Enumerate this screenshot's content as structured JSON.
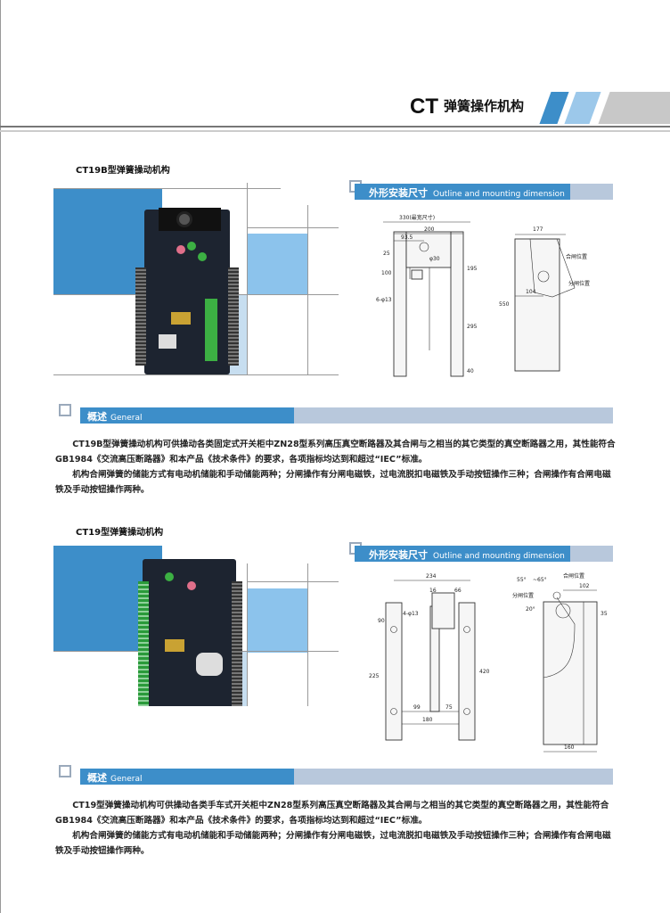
{
  "header": {
    "title_latin": "CT",
    "title_cn": "弹簧操作机构",
    "colors": {
      "blue": "#3d8ec9",
      "light_blue": "#9cc8ea",
      "gray": "#c8c8c8"
    }
  },
  "sections": [
    {
      "title": "CT19B型弹簧操动机构",
      "dimension_header": {
        "cn": "外形安装尺寸",
        "en": "Outline and mounting dimension"
      },
      "dimensions": {
        "overall": "330(最宽尺寸)",
        "d200": "200",
        "d93": "93.5",
        "d25": "25",
        "d100": "100",
        "d6": "6-φ13",
        "d30": "φ30",
        "d195": "195",
        "d295": "295",
        "d40": "40",
        "d177": "177",
        "d550": "550",
        "d104": "104",
        "open": "分闸位置",
        "close": "合闸位置"
      },
      "general_header": {
        "cn": "概述",
        "en": "General"
      },
      "paragraphs": [
        "CT19B型弹簧操动机构可供操动各类固定式开关柜中ZN28型系列高压真空断路器及其合闸与之相当的其它类型的真空断路器之用，其性能符合GB1984《交流高压断路器》和本产品《技术条件》的要求，各项指标均达到和超过“IEC”标准。",
        "机构合闸弹簧的储能方式有电动机储能和手动储能两种；分闸操作有分闸电磁铁，过电流脱扣电磁铁及手动按钮操作三种；合闸操作有合闸电磁铁及手动按钮操作两种。"
      ]
    },
    {
      "title": "CT19型弹簧操动机构",
      "dimension_header": {
        "cn": "外形安装尺寸",
        "en": "Outline and mounting dimension"
      },
      "dimensions": {
        "d234": "234",
        "d16": "16",
        "d66": "66",
        "d90": "90",
        "d4": "4-φ13",
        "d225": "225",
        "d420": "420",
        "d99": "99",
        "d75": "75",
        "d180": "180",
        "a55": "55°",
        "a65": "~65°",
        "d102": "102",
        "d20": "20°",
        "d35": "35",
        "d160": "160",
        "open": "分闸位置",
        "close": "合闸位置"
      },
      "general_header": {
        "cn": "概述",
        "en": "General"
      },
      "paragraphs": [
        "CT19型弹簧操动机构可供操动各类手车式开关柜中ZN28型系列高压真空断路器及其合闸与之相当的其它类型的真空断路器之用，其性能符合GB1984《交流高压断路器》和本产品《技术条件》的要求，各项指标均达到和超过“IEC”标准。",
        "机构合闸弹簧的储能方式有电动机储能和手动储能两种；分闸操作有分闸电磁铁，过电流脱扣电磁铁及手动按钮操作三种；合闸操作有合闸电磁铁及手动按钮操作两种。"
      ]
    }
  ]
}
